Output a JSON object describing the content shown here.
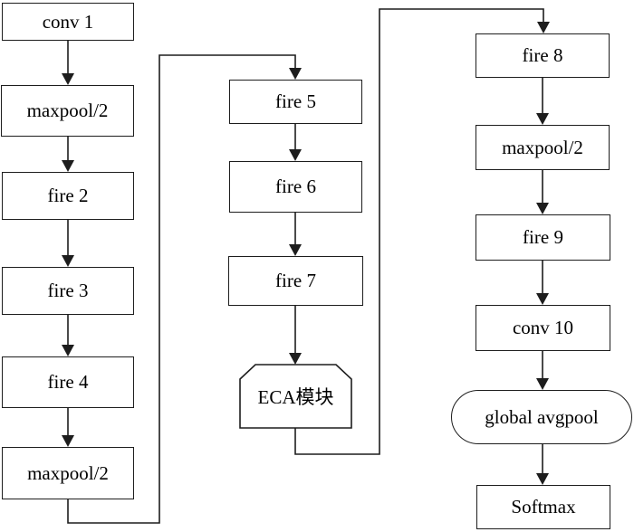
{
  "diagram_type": "flowchart",
  "colors": {
    "line": "#1d1d1d",
    "node_fill": "#ffffff",
    "background": "#ffffff",
    "text": "#000000"
  },
  "nodes": [
    {
      "id": "conv1",
      "label": "conv 1",
      "shape": "rect"
    },
    {
      "id": "maxpool_a",
      "label": "maxpool/2",
      "shape": "rect"
    },
    {
      "id": "fire2",
      "label": "fire 2",
      "shape": "rect"
    },
    {
      "id": "fire3",
      "label": "fire 3",
      "shape": "rect"
    },
    {
      "id": "fire4",
      "label": "fire 4",
      "shape": "rect"
    },
    {
      "id": "maxpool_b",
      "label": "maxpool/2",
      "shape": "rect"
    },
    {
      "id": "fire5",
      "label": "fire 5",
      "shape": "rect"
    },
    {
      "id": "fire6",
      "label": "fire 6",
      "shape": "rect"
    },
    {
      "id": "fire7",
      "label": "fire 7",
      "shape": "rect"
    },
    {
      "id": "eca",
      "label": "ECA模块",
      "shape": "beveled-rect"
    },
    {
      "id": "fire8",
      "label": "fire 8",
      "shape": "rect"
    },
    {
      "id": "maxpool_c",
      "label": "maxpool/2",
      "shape": "rect"
    },
    {
      "id": "fire9",
      "label": "fire 9",
      "shape": "rect"
    },
    {
      "id": "conv10",
      "label": "conv 10",
      "shape": "rect"
    },
    {
      "id": "global_avgpool",
      "label": "global avgpool",
      "shape": "stadium"
    },
    {
      "id": "softmax",
      "label": "Softmax",
      "shape": "rect"
    }
  ],
  "edges": [
    {
      "from": "conv1",
      "to": "maxpool_a"
    },
    {
      "from": "maxpool_a",
      "to": "fire2"
    },
    {
      "from": "fire2",
      "to": "fire3"
    },
    {
      "from": "fire3",
      "to": "fire4"
    },
    {
      "from": "fire4",
      "to": "maxpool_b"
    },
    {
      "from": "maxpool_b",
      "to": "fire5"
    },
    {
      "from": "fire5",
      "to": "fire6"
    },
    {
      "from": "fire6",
      "to": "fire7"
    },
    {
      "from": "fire7",
      "to": "eca"
    },
    {
      "from": "eca",
      "to": "fire8"
    },
    {
      "from": "fire8",
      "to": "maxpool_c"
    },
    {
      "from": "maxpool_c",
      "to": "fire9"
    },
    {
      "from": "fire9",
      "to": "conv10"
    },
    {
      "from": "conv10",
      "to": "global_avgpool"
    },
    {
      "from": "global_avgpool",
      "to": "softmax"
    }
  ]
}
